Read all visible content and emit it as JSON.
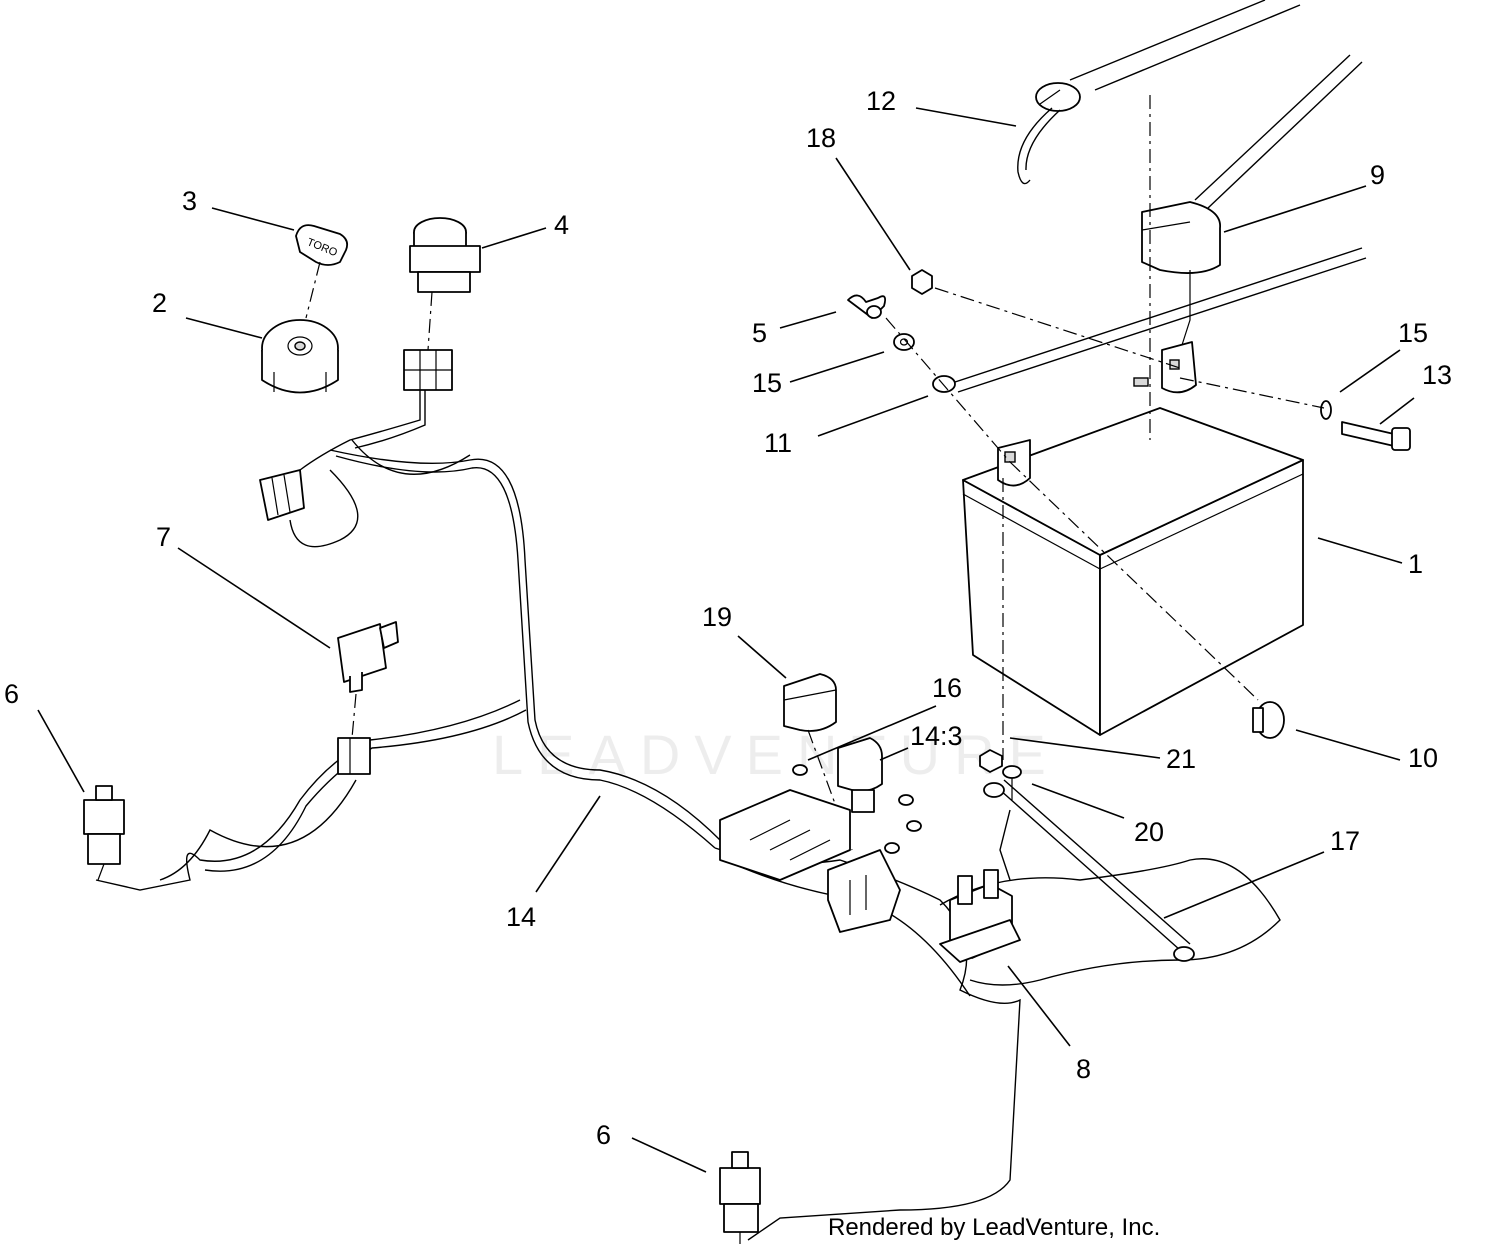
{
  "callouts": [
    {
      "id": "1",
      "label": "1"
    },
    {
      "id": "2",
      "label": "2"
    },
    {
      "id": "3",
      "label": "3"
    },
    {
      "id": "4",
      "label": "4"
    },
    {
      "id": "5",
      "label": "5"
    },
    {
      "id": "6a",
      "label": "6"
    },
    {
      "id": "6b",
      "label": "6"
    },
    {
      "id": "7",
      "label": "7"
    },
    {
      "id": "8",
      "label": "8"
    },
    {
      "id": "9",
      "label": "9"
    },
    {
      "id": "10",
      "label": "10"
    },
    {
      "id": "11",
      "label": "11"
    },
    {
      "id": "12",
      "label": "12"
    },
    {
      "id": "13",
      "label": "13"
    },
    {
      "id": "14",
      "label": "14"
    },
    {
      "id": "14_3",
      "label": "14:3"
    },
    {
      "id": "15a",
      "label": "15"
    },
    {
      "id": "15b",
      "label": "15"
    },
    {
      "id": "16",
      "label": "16"
    },
    {
      "id": "17",
      "label": "17"
    },
    {
      "id": "18",
      "label": "18"
    },
    {
      "id": "19",
      "label": "19"
    },
    {
      "id": "20",
      "label": "20"
    },
    {
      "id": "21",
      "label": "21"
    }
  ],
  "key_text": "TORO",
  "watermark": "LEADVENTURE",
  "credit": "Rendered by LeadVenture, Inc."
}
